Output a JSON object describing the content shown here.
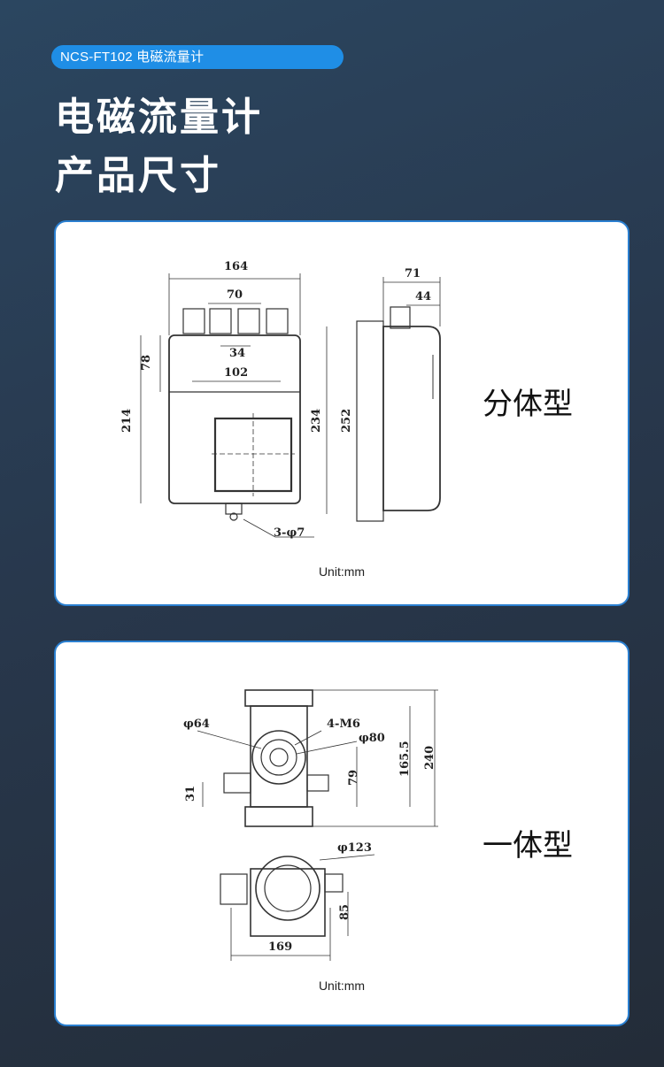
{
  "header": {
    "badge": "NCS-FT102 电磁流量计",
    "title_line1": "电磁流量计",
    "title_line2": "产品尺寸"
  },
  "cards": [
    {
      "type_label": "分体型",
      "unit": "Unit:mm",
      "dimensions": {
        "width_top": "164",
        "gland_span": "70",
        "gland_inner": "34",
        "inner_width": "102",
        "upper_height": "78",
        "total_height": "214",
        "body_height": "234",
        "side_height": "252",
        "side_depth": "71",
        "side_inner": "44",
        "mount_holes": "3-φ7"
      }
    },
    {
      "type_label": "一体型",
      "unit": "Unit:mm",
      "dimensions": {
        "d64": "φ64",
        "screws": "4-M6",
        "d80": "φ80",
        "h165": "165.5",
        "h240": "240",
        "h79": "79",
        "h31": "31",
        "d123": "φ123",
        "h85": "85",
        "w169": "169"
      }
    }
  ],
  "accent_color": "#1f8ee6"
}
